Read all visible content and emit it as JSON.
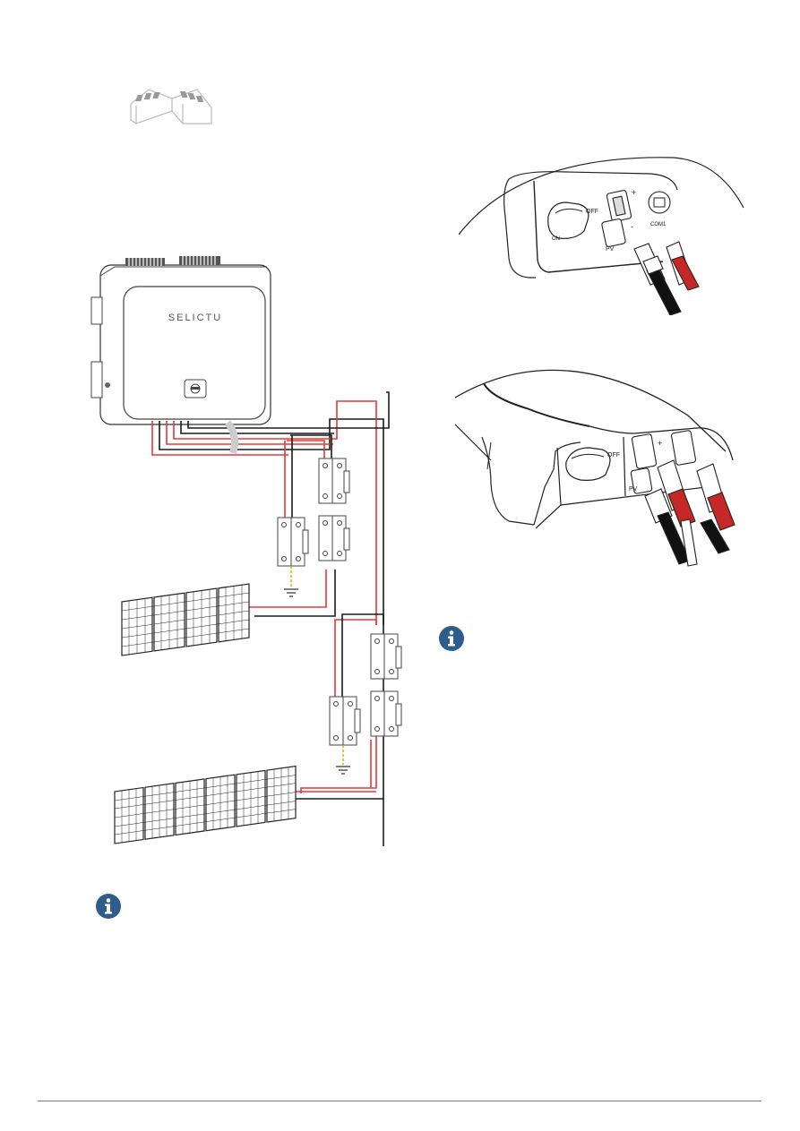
{
  "inverter": {
    "brand_label": "SELICTU"
  },
  "connector_panel_top": {
    "switch_off_label": "OFF",
    "switch_on_label": "ON",
    "pv_label": "PV",
    "plus_label": "+",
    "minus_label": "-",
    "com_label": "COM1"
  },
  "connector_panel_bottom": {
    "switch_off_label": "OFF",
    "pv_label": "PV",
    "plus_label": "+"
  },
  "info_icons": [
    "info-icon",
    "info-icon"
  ],
  "colors": {
    "dc_positive": "#e53935",
    "dc_negative": "#1a1a1a",
    "ground": "#b8c400",
    "info_icon": "#2d5d8c",
    "rule": "#7a7a7a"
  }
}
